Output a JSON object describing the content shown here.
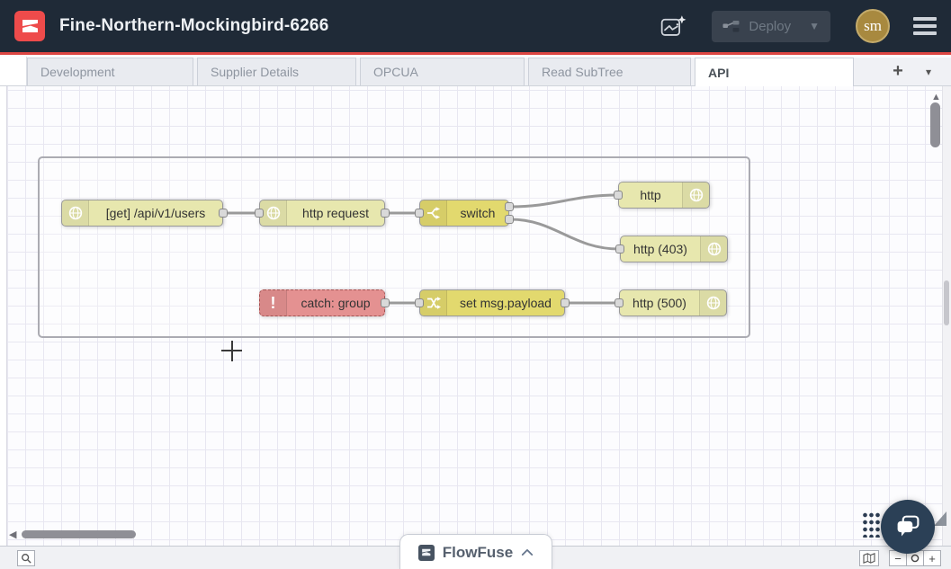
{
  "header": {
    "title": "Fine-Northern-Mockingbird-6266",
    "deploy": {
      "label": "Deploy",
      "enabled": false
    },
    "avatar": {
      "initials": "sm"
    },
    "colors": {
      "bar": "#1f2a37",
      "accent_red": "#dc4643",
      "logo_red": "#ee4b4b",
      "avatar_gold": "#a8893f"
    }
  },
  "tabs": {
    "items": [
      {
        "label": "Development",
        "active": false
      },
      {
        "label": "Supplier Details",
        "active": false
      },
      {
        "label": "OPCUA",
        "active": false
      },
      {
        "label": "Read SubTree",
        "active": false
      },
      {
        "label": "API",
        "active": true
      }
    ],
    "add_button": "+"
  },
  "flow": {
    "nodes": [
      {
        "label": "[get] /api/v1/users",
        "type": "http in",
        "color": "#e7e7ae",
        "icon": "globe-icon",
        "icon_side": "left"
      },
      {
        "label": "http request",
        "type": "http request",
        "color": "#e7e7ae",
        "icon": "globe-icon",
        "icon_side": "left"
      },
      {
        "label": "switch",
        "type": "switch",
        "color": "#e2d96e",
        "icon": "fork-icon",
        "icon_side": "left",
        "outputs": 2
      },
      {
        "label": "http",
        "type": "http response",
        "color": "#e7e7ae",
        "icon": "globe-icon",
        "icon_side": "right"
      },
      {
        "label": "http (403)",
        "type": "http response",
        "color": "#e7e7ae",
        "icon": "globe-icon",
        "icon_side": "right"
      },
      {
        "label": "catch: group",
        "type": "catch",
        "color": "#e49191",
        "icon": "exclamation-icon",
        "icon_side": "left"
      },
      {
        "label": "set msg.payload",
        "type": "change",
        "color": "#e2d96e",
        "icon": "change-icon",
        "icon_side": "left"
      },
      {
        "label": "http (500)",
        "type": "http response",
        "color": "#e7e7ae",
        "icon": "globe-icon",
        "icon_side": "right"
      }
    ],
    "wire_color": "#9a9a9a"
  },
  "footer": {
    "zoom_out": "−",
    "zoom_in": "+"
  },
  "flowfuse": {
    "label": "FlowFuse"
  }
}
